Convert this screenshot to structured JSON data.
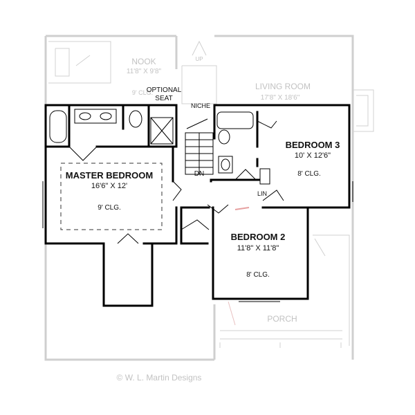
{
  "rooms": {
    "nook": {
      "name": "NOOK",
      "dims": "11'8\" X 9'8\""
    },
    "living": {
      "name": "LIVING ROOM",
      "dims": "17'8\" X 18'6\""
    },
    "master": {
      "name": "MASTER BEDROOM",
      "dims": "16'6\" X 12'",
      "ceiling": "9' CLG."
    },
    "bed3": {
      "name": "BEDROOM 3",
      "dims": "10' X 12'6\"",
      "ceiling": "8' CLG."
    },
    "bed2": {
      "name": "BEDROOM 2",
      "dims": "11'8\" X 11'8\"",
      "ceiling": "8' CLG."
    },
    "porch": {
      "name": "PORCH"
    }
  },
  "labels": {
    "optional_seat_line1": "OPTIONAL",
    "optional_seat_line2": "SEAT",
    "niche": "NICHE",
    "down": "DN",
    "up": "UP",
    "linen": "LIN",
    "nook_ceiling": "9' CLG."
  },
  "copyright": "© W. L. Martin Designs"
}
